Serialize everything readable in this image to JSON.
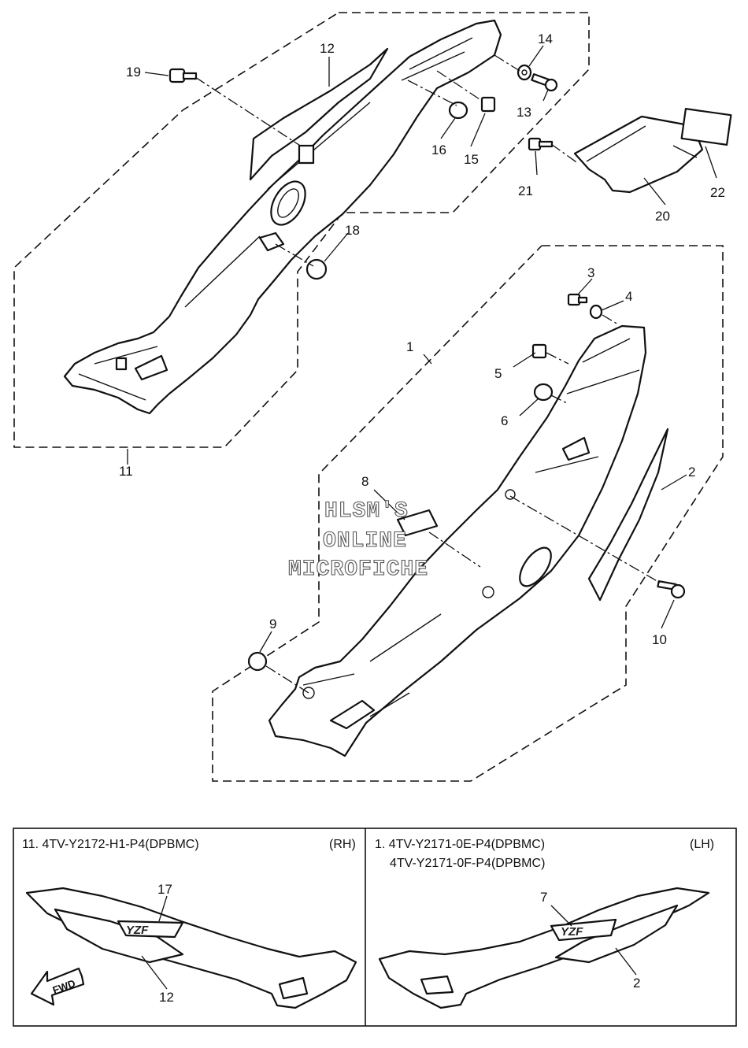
{
  "callouts": {
    "c1": "1",
    "c2": "2",
    "c3": "3",
    "c4": "4",
    "c5": "5",
    "c6": "6",
    "c7": "7",
    "c8": "8",
    "c9": "9",
    "c10": "10",
    "c11": "11",
    "c12": "12",
    "c13": "13",
    "c14": "14",
    "c15": "15",
    "c16": "16",
    "c17": "17",
    "c18": "18",
    "c19": "19",
    "c20": "20",
    "c21": "21",
    "c22": "22"
  },
  "watermark": {
    "line1": "HLSM'S",
    "line2": "ONLINE",
    "line3": "MICROFICHE"
  },
  "detail_right_side": {
    "title": "11. 4TV-Y2172-H1-P4(DPBMC)",
    "side": "(RH)",
    "fwd_label": "FWD"
  },
  "detail_left_side": {
    "title_line1": "1. 4TV-Y2171-0E-P4(DPBMC)",
    "title_line2": "4TV-Y2171-0F-P4(DPBMC)",
    "side": "(LH)"
  }
}
